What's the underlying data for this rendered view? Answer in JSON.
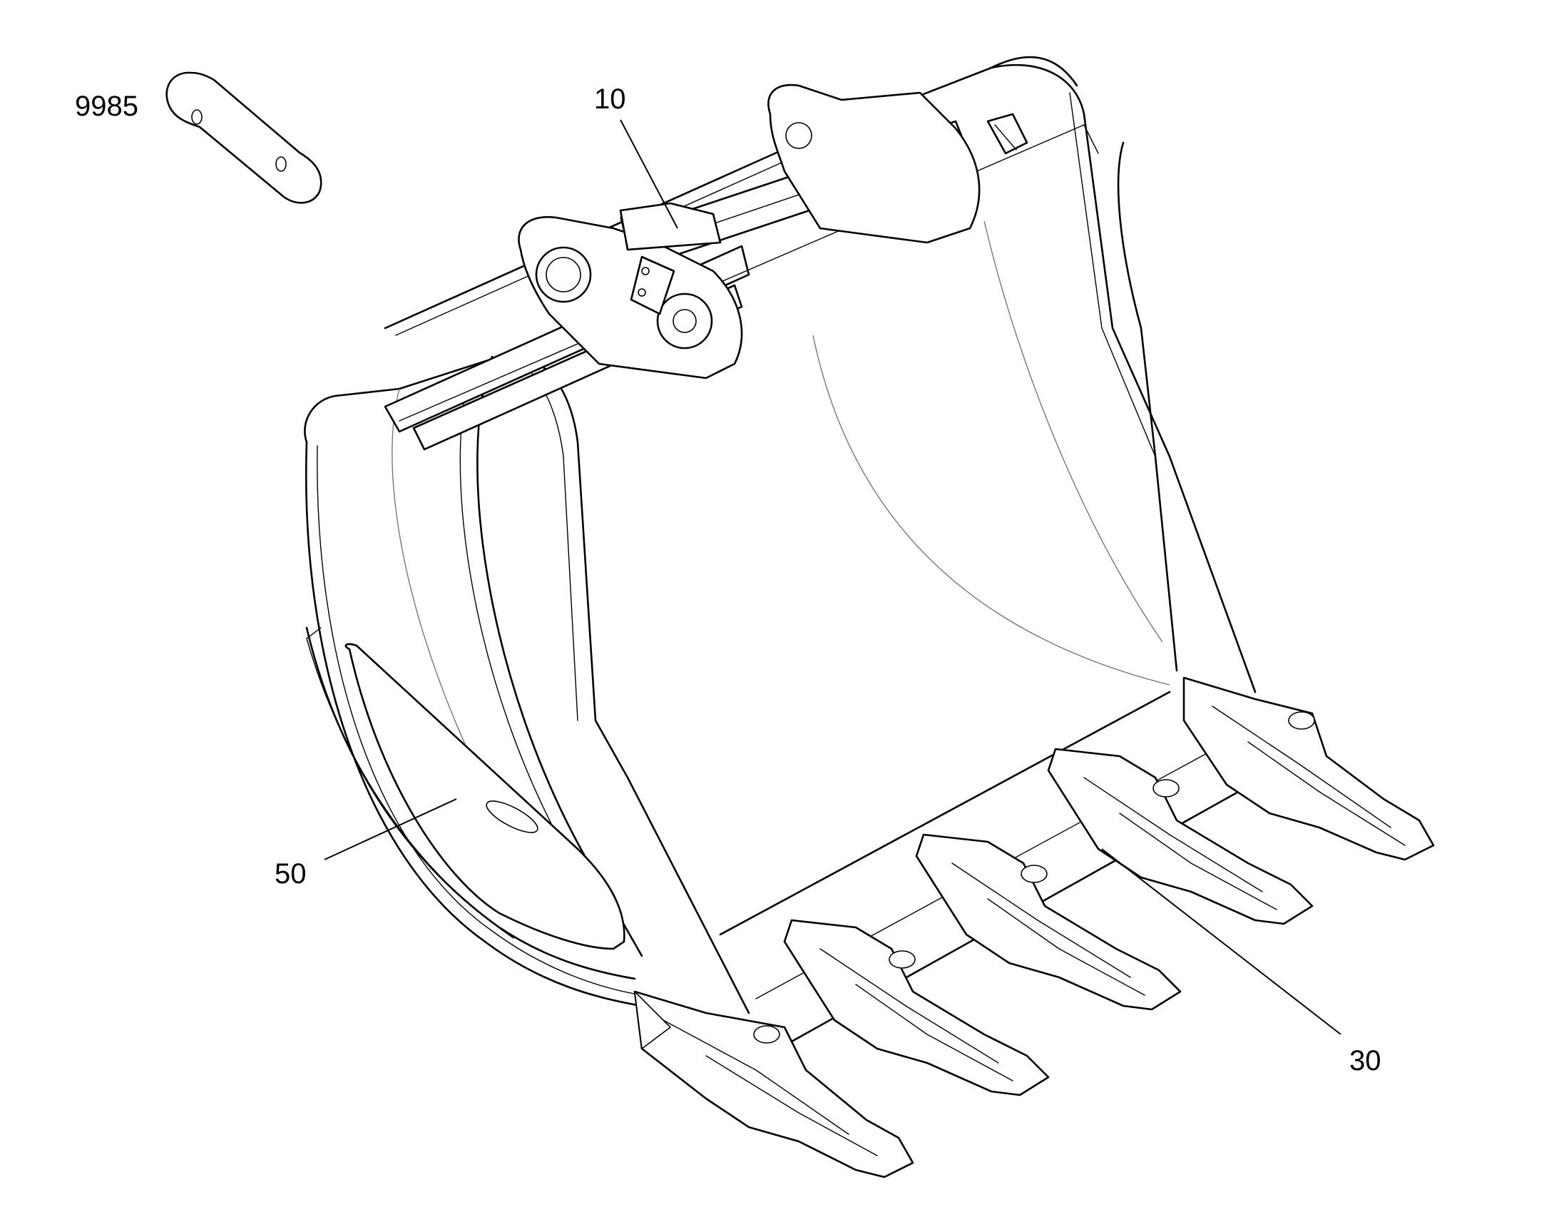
{
  "callouts": [
    {
      "id": "9985",
      "label": "9985"
    },
    {
      "id": "10",
      "label": "10"
    },
    {
      "id": "50",
      "label": "50"
    },
    {
      "id": "30",
      "label": "30"
    }
  ]
}
